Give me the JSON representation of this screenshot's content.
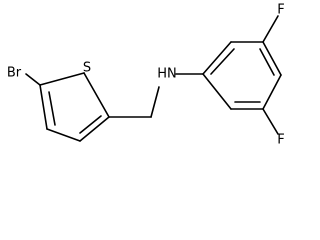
{
  "molecule": {
    "atoms": {
      "br": "Br",
      "s": "S",
      "nh": "HN",
      "f_top": "F",
      "f_bottom": "F"
    }
  }
}
